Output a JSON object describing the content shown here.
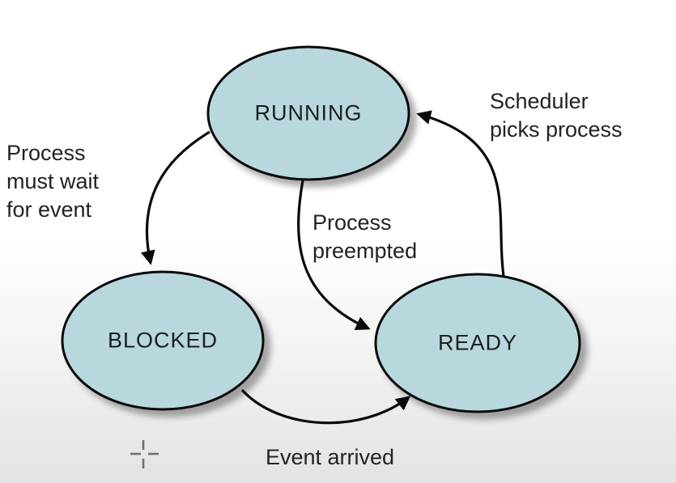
{
  "diagram": {
    "type": "state-diagram",
    "topic": "process-scheduling-states",
    "nodes": [
      {
        "id": "running",
        "label": "RUNNING"
      },
      {
        "id": "blocked",
        "label": "BLOCKED"
      },
      {
        "id": "ready",
        "label": "READY"
      }
    ],
    "edges": [
      {
        "from": "running",
        "to": "blocked",
        "label_lines": [
          "Process",
          "must wait",
          "for event"
        ]
      },
      {
        "from": "running",
        "to": "ready",
        "label_lines": [
          "Process",
          "preempted"
        ]
      },
      {
        "from": "ready",
        "to": "running",
        "label_lines": [
          "Scheduler",
          "picks process"
        ]
      },
      {
        "from": "blocked",
        "to": "ready",
        "label_lines": [
          "Event arrived"
        ]
      }
    ],
    "colors": {
      "node_fill": "#b9d8dd",
      "node_stroke": "#0a0a0a",
      "arrow": "#0a0a0a",
      "label_text": "#232323",
      "background_top": "#ffffff",
      "background_bottom": "#e3e3e3",
      "cursor_gray": "#6f6f6f"
    },
    "icons": [
      {
        "name": "crosshair-cursor-icon"
      }
    ]
  }
}
